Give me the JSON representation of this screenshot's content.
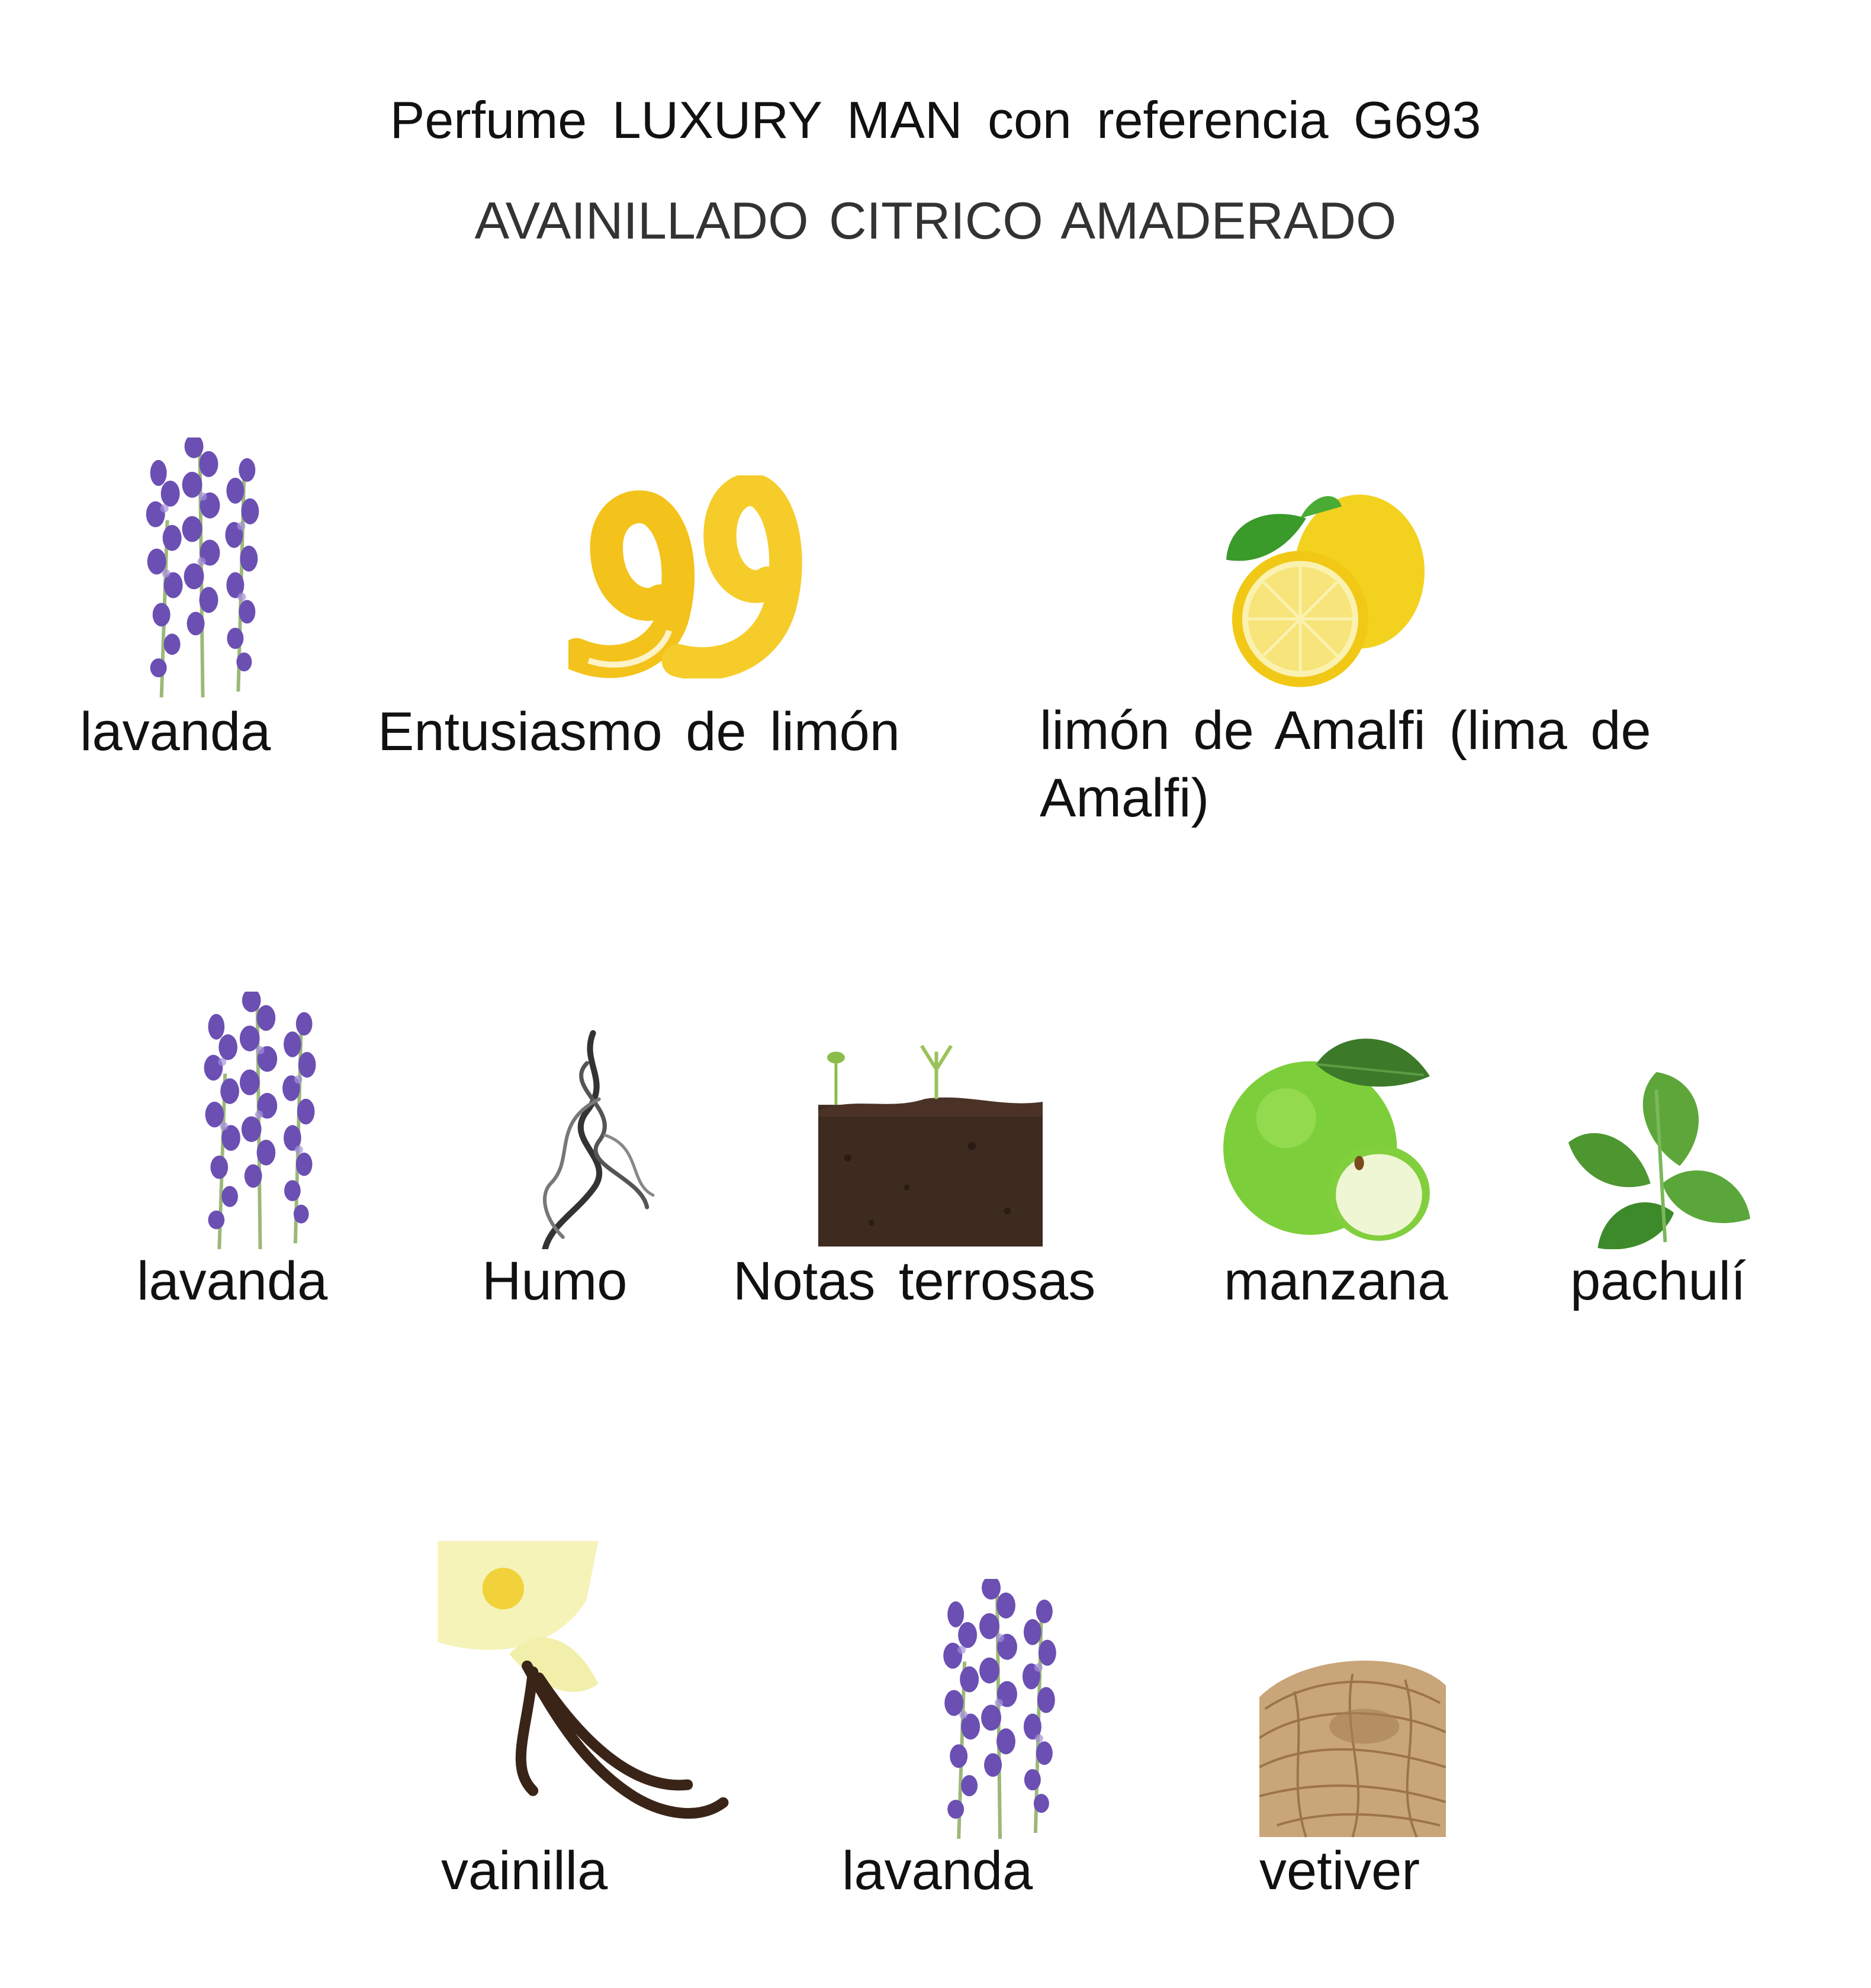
{
  "header": {
    "title": "Perfume LUXURY MAN con referencia G693",
    "subtitle": "AVAINILLADO CITRICO AMADERADO"
  },
  "top_notes": [
    {
      "label": "lavanda",
      "icon": "lavender-icon"
    },
    {
      "label": "Entusiasmo de limón",
      "icon": "lemon-peel-icon"
    },
    {
      "label_line1": "limón de Amalfi (lima de",
      "label_line2": "Amalfi)",
      "icon": "lemon-icon"
    }
  ],
  "heart_notes": [
    {
      "label": "lavanda",
      "icon": "lavender-icon"
    },
    {
      "label": "Humo",
      "icon": "smoke-icon"
    },
    {
      "label": "Notas terrosas",
      "icon": "soil-icon"
    },
    {
      "label": "manzana",
      "icon": "green-apple-icon"
    },
    {
      "label": "pachulí",
      "icon": "patchouli-leaf-icon"
    }
  ],
  "base_notes": [
    {
      "label": "vainilla",
      "icon": "vanilla-icon"
    },
    {
      "label": "lavanda",
      "icon": "lavender-icon"
    },
    {
      "label": "vetiver",
      "icon": "vetiver-root-icon"
    }
  ]
}
